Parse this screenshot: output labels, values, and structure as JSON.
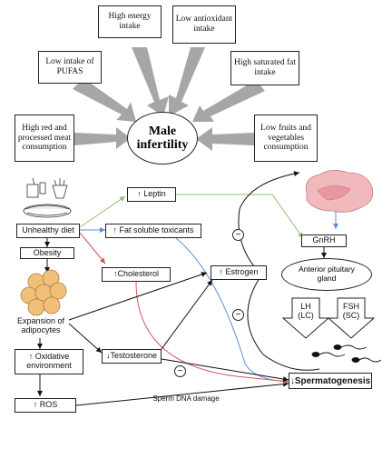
{
  "top_panel": {
    "center": "Male infertility",
    "factors": {
      "high_energy": "High energy intake",
      "low_antioxidant": "Low antioxidant intake",
      "low_pufas": "Low intake of PUFAS",
      "high_saturated_fat": "High saturated fat intake",
      "high_red_meat": "High red and processed meat consumption",
      "low_fruits_veg": "Low fruits and vegetables consumption"
    }
  },
  "bottom_panel": {
    "unhealthy_diet": "Unhealthy diet",
    "obesity": "Obesity",
    "expansion": "Expansion of adipocytes",
    "oxidative": "↑ Oxidative environment",
    "ros": "↑ ROS",
    "leptin": "↑ Leptin",
    "fat_soluble": "↑ Fat soluble toxicants",
    "cholesterol": "↑Cholesterol",
    "estrogen": "↑ Estrogen",
    "testosterone": "↓Testosterone",
    "gnrh": "GnRH",
    "anterior_pituitary": "Anterior pituitary gland",
    "lh": "LH (LC)",
    "fsh": "FSH (SC)",
    "spermatogenesis": "↓Spermatogenesis",
    "dna_damage": "Sperm DNA damage",
    "minus": "−"
  },
  "colors": {
    "gray_arrow": "#a6a6a6",
    "green_line": "#8fbf6f",
    "blue_line": "#5b8fd6",
    "red_line": "#d05a5a",
    "brain_pink": "#f2b9bd",
    "adipocyte": "#f0c07a"
  }
}
